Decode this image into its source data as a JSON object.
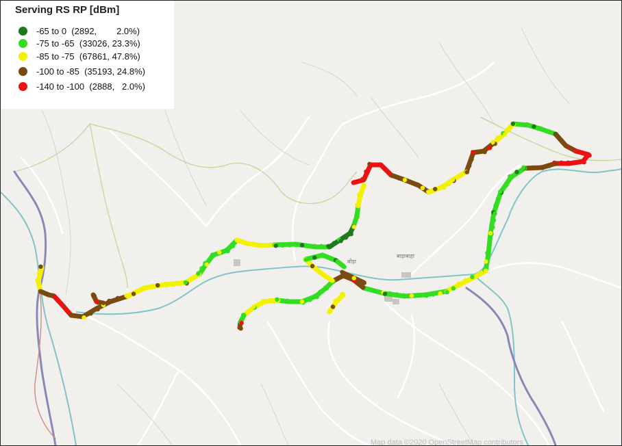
{
  "legend": {
    "title": "Serving RS RP [dBm]",
    "items": [
      {
        "label": "-65 to 0  (2892,        2.0%)",
        "color": "#1f7a1f",
        "name": "dark-green"
      },
      {
        "label": "-75 to -65  (33026, 23.3%)",
        "color": "#33dd22",
        "name": "light-green"
      },
      {
        "label": "-85 to -75  (67861, 47.8%)",
        "color": "#f2f200",
        "name": "yellow"
      },
      {
        "label": "-100 to -85  (35193, 24.8%)",
        "color": "#7a4a10",
        "name": "brown"
      },
      {
        "label": "-140 to -100  (2888,   2.0%)",
        "color": "#ee1111",
        "name": "red"
      }
    ]
  },
  "map": {
    "places": [
      "बोड़ा",
      "बाड़ाबाहा"
    ],
    "attribution": "Map data ©2020 OpenStreetMap contributors"
  }
}
